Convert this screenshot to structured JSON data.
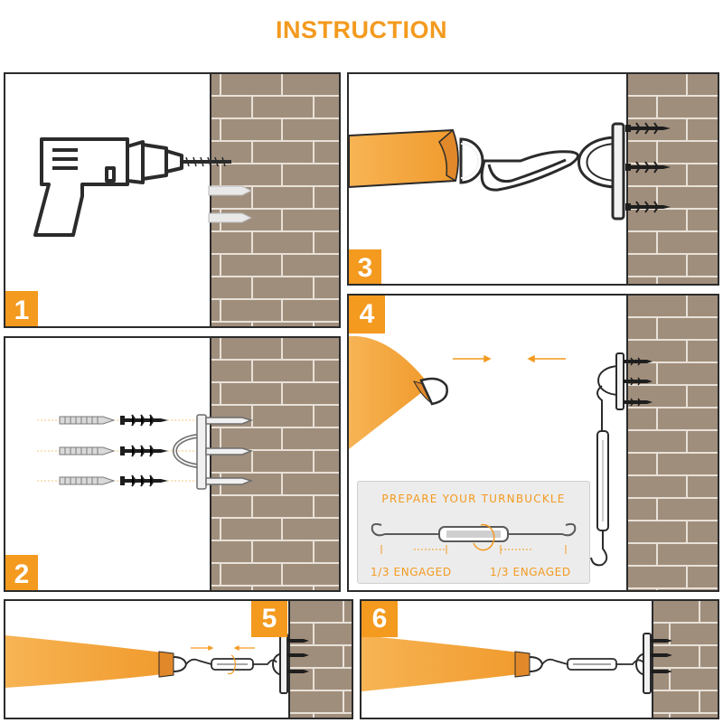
{
  "title": "INSTRUCTION",
  "steps": [
    {
      "number": "1"
    },
    {
      "number": "2"
    },
    {
      "number": "3"
    },
    {
      "number": "4"
    },
    {
      "number": "5"
    },
    {
      "number": "6"
    }
  ],
  "turnbuckle": {
    "title": "PREPARE YOUR TURNBUCKLE",
    "left_label": "1/3 ENGAGED",
    "right_label": "1/3 ENGAGED"
  },
  "colors": {
    "accent": "#f39a1f",
    "sail": "#f6ae46",
    "brick": "#a08e7c",
    "mortar": "#e8e1d8",
    "outline": "#2b2b2b"
  }
}
